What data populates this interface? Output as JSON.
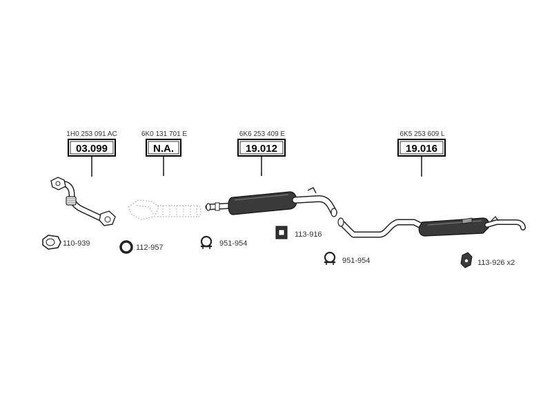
{
  "parts": [
    {
      "oem": "1H0 253 091 AC",
      "number": "03.099"
    },
    {
      "oem": "6K0 131 701 E",
      "number": "N.A."
    },
    {
      "oem": "6K6 253 409 E",
      "number": "19.012"
    },
    {
      "oem": "6K5 253 609 L",
      "number": "19.016"
    }
  ],
  "accessories": [
    {
      "label": "110-939",
      "icon": "flange-gasket-icon"
    },
    {
      "label": "112-957",
      "icon": "sealing-ring-icon"
    },
    {
      "label": "951-954",
      "icon": "pipe-clamp-icon"
    },
    {
      "label": "113-916",
      "icon": "rubber-mount-icon"
    },
    {
      "label": "951-954",
      "icon": "pipe-clamp-icon"
    },
    {
      "label": "113-926 x2",
      "icon": "rubber-hanger-icon"
    }
  ]
}
